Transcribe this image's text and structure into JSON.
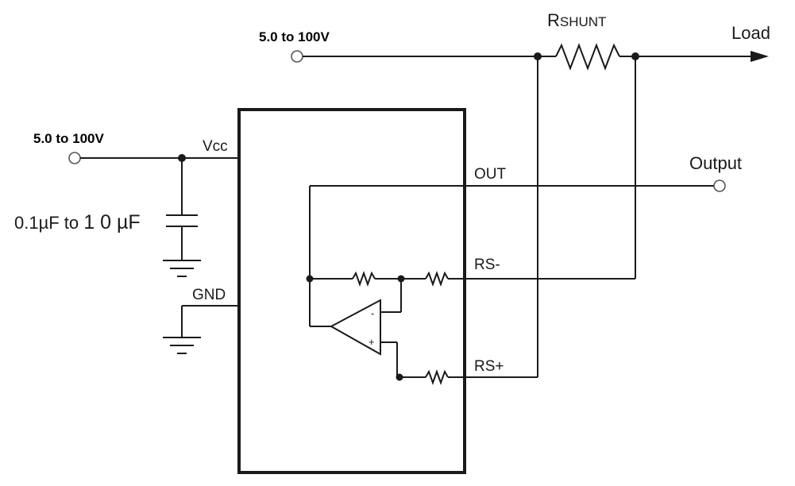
{
  "labels": {
    "supply_top": "5.0 to 100V",
    "supply_left": "5.0 to 100V",
    "rshunt_r": "R",
    "rshunt_sub": "SHUNT",
    "load": "Load",
    "output": "Output",
    "vcc": "Vcc",
    "gnd": "GND",
    "out_pin": "OUT",
    "rs_minus": "RS-",
    "rs_plus": "RS+",
    "cap_value_a": "0.1µF to ",
    "cap_value_b": "1 0  µF",
    "opamp_minus": "-",
    "opamp_plus": "+"
  }
}
